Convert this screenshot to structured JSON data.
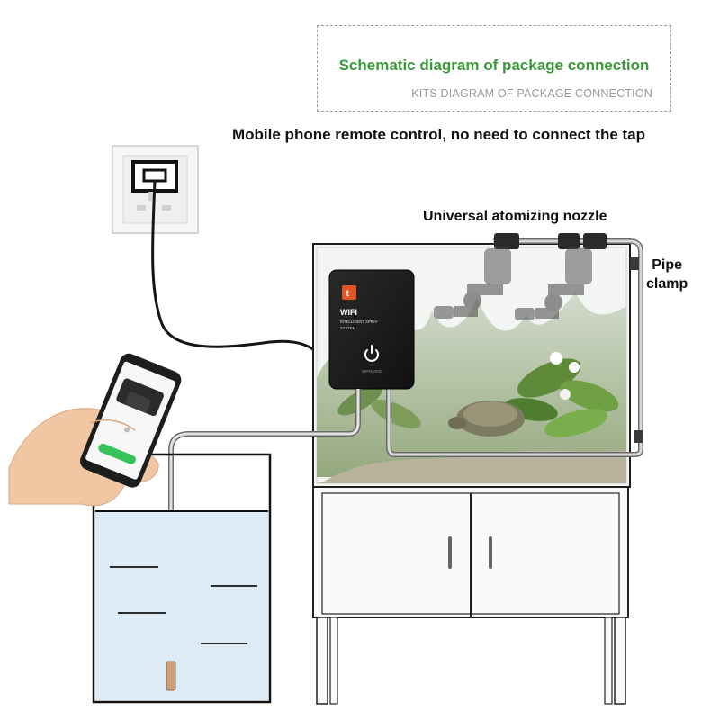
{
  "header": {
    "title": "Schematic diagram of package connection",
    "subtitle": "KITS DIAGRAM OF PACKAGE CONNECTION"
  },
  "captions": {
    "remote": "Mobile phone remote control, no need to connect the tap",
    "nozzle": "Universal atomizing nozzle",
    "clamp_line1": "Pipe",
    "clamp_line2": "clamp"
  },
  "device": {
    "brand": "WIFI",
    "line2": "INTELLIGENT SPRAY",
    "line3": "SYSTEM",
    "footer": "WIFIMAKE"
  },
  "colors": {
    "title_green": "#3a9a3a",
    "subtitle_gray": "#9a9a9a",
    "device_body": "#1c1c1c",
    "logo_orange": "#e0562a",
    "water": "#dcebf5",
    "app_green": "#35c35a"
  },
  "icons": {
    "power": "power-icon",
    "logo": "brand-logo-icon"
  }
}
